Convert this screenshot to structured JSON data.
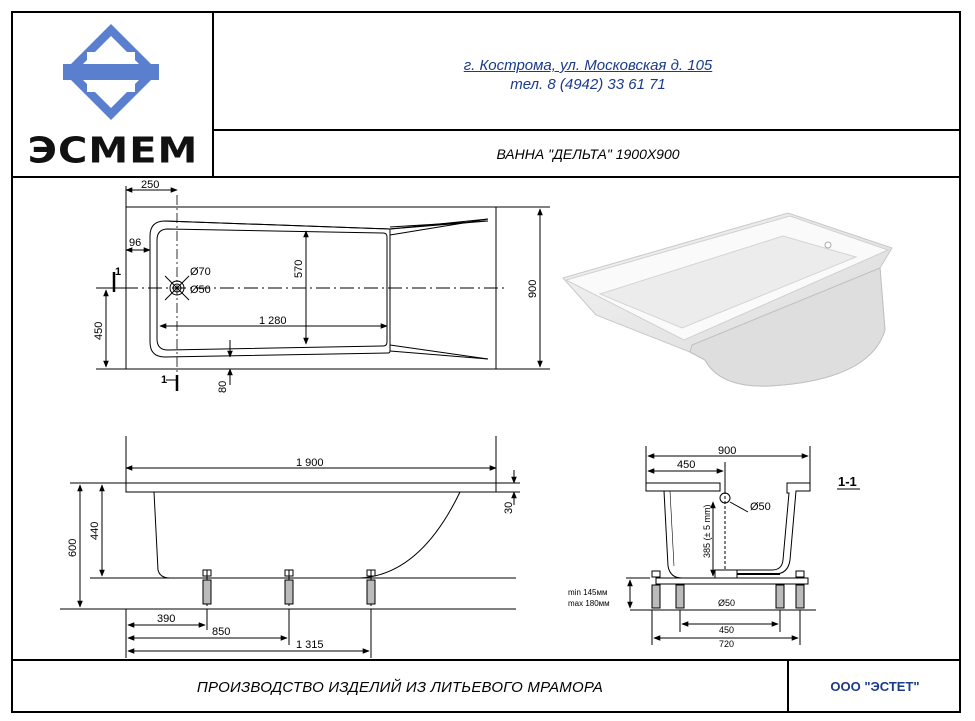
{
  "header": {
    "logo_text": "ЭСМЕМ",
    "address_line": "г. Кострома, ул. Московская д. 105",
    "phone_line": "тел. 8 (4942) 33 61 71",
    "product_title": "ВАННА \"ДЕЛЬТА\" 1900Х900"
  },
  "footer": {
    "production_text": "ПРОИЗВОДСТВО ИЗДЕЛИЙ ИЗ ЛИТЬЕВОГО МРАМОРА",
    "company": "ООО \"ЭСТЕТ\""
  },
  "plan_view": {
    "dim_250": "250",
    "dim_96": "96",
    "section_mark": "1",
    "dia_70": "Ø70",
    "dia_50": "Ø50",
    "dim_570": "570",
    "dim_1280": "1 280",
    "dim_450": "450",
    "dim_80": "80",
    "dim_900": "900"
  },
  "side_view": {
    "dim_1900": "1 900",
    "dim_30": "30",
    "dim_600": "600",
    "dim_440": "440",
    "dim_390": "390",
    "dim_850": "850",
    "dim_1315": "1 315"
  },
  "section_view": {
    "label": "1-1",
    "dim_900": "900",
    "dim_450_top": "450",
    "dia_50": "Ø50",
    "dim_385": "385 (± 5 mm)",
    "dia_50_bottom": "Ø50",
    "leg_min": "min 145мм",
    "leg_max": "max 180мм",
    "dim_450_bottom": "450",
    "dim_720": "720"
  }
}
